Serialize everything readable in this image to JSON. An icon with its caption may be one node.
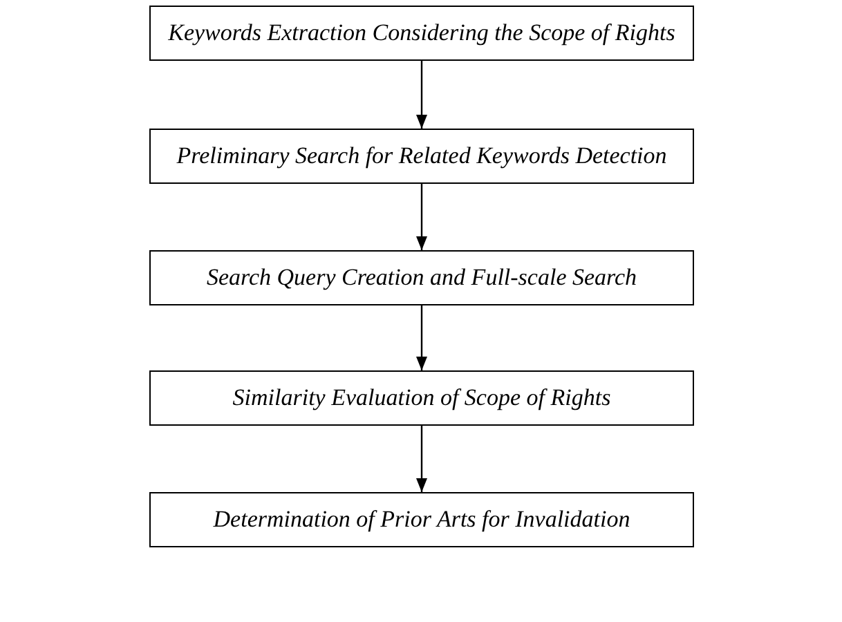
{
  "diagram": {
    "nodes": [
      {
        "text": [
          "Keywords Extraction Considering the Scope of Rights"
        ]
      },
      {
        "text": [
          "Preliminary Search for Related Keywords Detection"
        ]
      },
      {
        "text": [
          "Search Query Creation and Full-scale Search"
        ]
      },
      {
        "text": [
          "Similarity Evaluation of Scope of Rights"
        ]
      },
      {
        "text": [
          "Determination of Prior Arts for Invalidation"
        ]
      }
    ],
    "edges": [
      {
        "from": 0,
        "to": 1,
        "arrow": "to"
      },
      {
        "from": 1,
        "to": 2,
        "arrow": "to"
      },
      {
        "from": 2,
        "to": 3,
        "arrow": "to"
      },
      {
        "from": 3,
        "to": 4,
        "arrow": "to"
      }
    ]
  }
}
